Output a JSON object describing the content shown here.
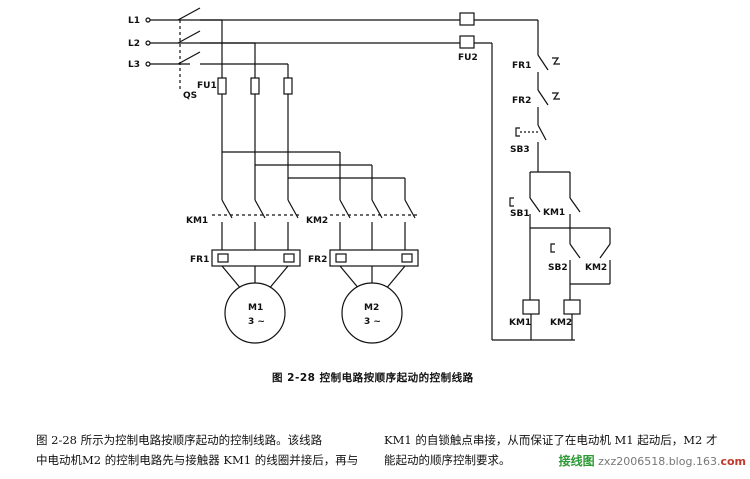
{
  "labels": {
    "l1": "L1",
    "l2": "L2",
    "l3": "L3",
    "qs": "QS",
    "fu1": "FU1",
    "fu2": "FU2",
    "km1_power": "KM1",
    "km2_power": "KM2",
    "fr1_power": "FR1",
    "fr2_power": "FR2",
    "m1": "M1",
    "m2": "M2",
    "phase": "3 ~",
    "fr1_ctrl": "FR1",
    "fr2_ctrl": "FR2",
    "sb3": "SB3",
    "sb1": "SB1",
    "sb2": "SB2",
    "km1_aux": "KM1",
    "km2_aux": "KM2",
    "km1_coil": "KM1",
    "km2_coil": "KM2"
  },
  "caption": "图 2-28  控制电路按顺序起动的控制线路",
  "paragraph": {
    "left_line1": "图 2-28 所示为控制电路按顺序起动的控制线路。该线路",
    "left_line2": "中电动机M2 的控制电路先与接触器 KM1 的线圈并接后，再与",
    "right_line1": "KM1 的自锁触点串接，从而保证了在电动机 M1 起动后，M2 才",
    "right_line2": "能起动的顺序控制要求。"
  },
  "watermark": {
    "brand": "接线图",
    "text": "zxz2006518.blog.163.",
    "tld": "com"
  }
}
